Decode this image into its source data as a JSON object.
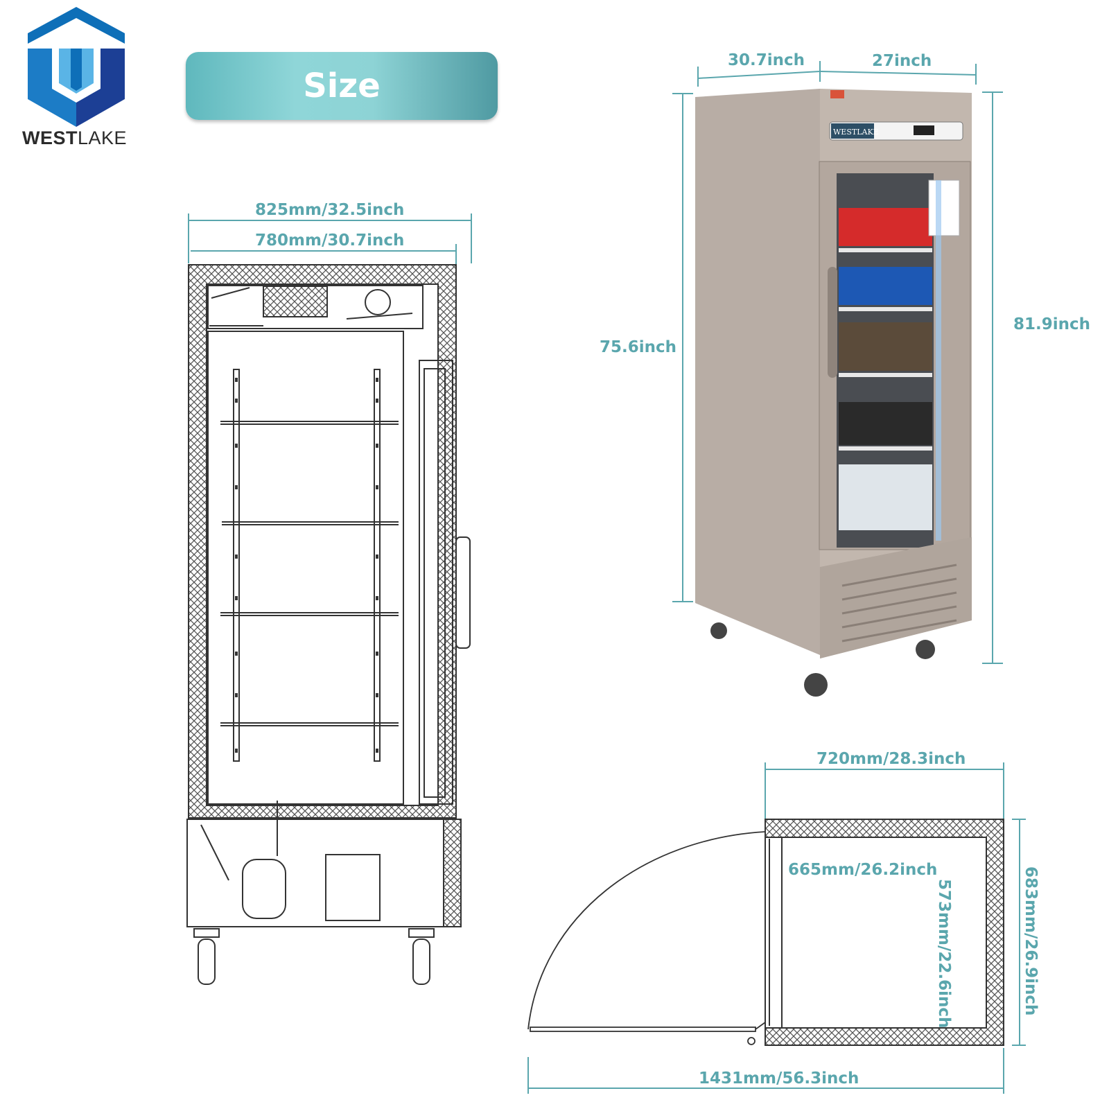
{
  "brand": {
    "name": "WESTLAKE",
    "name_bold": "WEST",
    "name_light": "LAKE",
    "logo_colors": [
      "#0e6fb8",
      "#1c3f95",
      "#5ab4e6"
    ]
  },
  "banner": {
    "label": "Size"
  },
  "front_view": {
    "overall_width": "825mm/32.5inch",
    "cabinet_width": "780mm/30.7inch"
  },
  "photo_view": {
    "depth": "30.7inch",
    "width": "27inch",
    "height_cabinet": "75.6inch",
    "height_total": "81.9inch",
    "panel_brand": "WESTLAKE"
  },
  "top_view": {
    "outer_width": "720mm/28.3inch",
    "inner_width": "665mm/26.2inch",
    "inner_depth": "573mm/22.6inch",
    "outer_depth": "683mm/26.9inch",
    "door_open_depth": "1431mm/56.3inch"
  },
  "colors": {
    "dimension": "#5aa6ad",
    "line": "#333333",
    "steel": "#b9aea6"
  }
}
